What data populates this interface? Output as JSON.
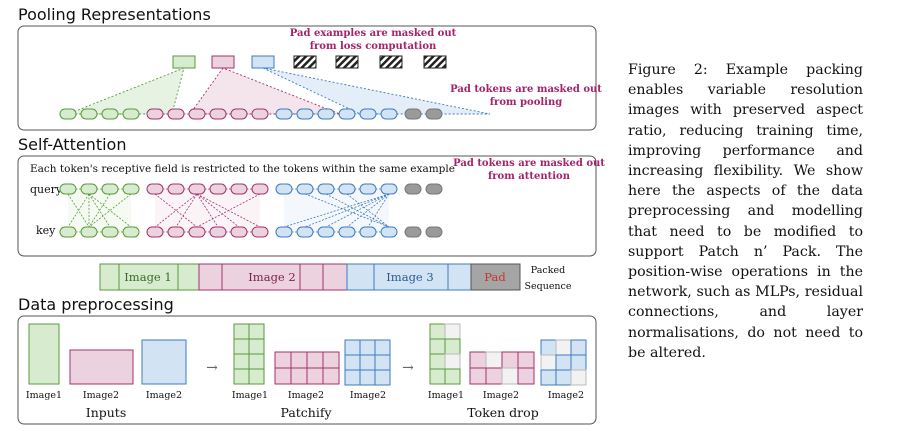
{
  "sections": {
    "pooling": "Pooling Representations",
    "self_attention": "Self-Attention",
    "data_preprocessing": "Data preprocessing"
  },
  "notes": {
    "pad_examples_line1": "Pad examples are masked out",
    "pad_examples_line2": "from loss computation",
    "pad_pooling_line1": "Pad tokens are masked out",
    "pad_pooling_line2": "from pooling",
    "receptive_field": "Each token's receptive field is restricted to the tokens within the same example",
    "pad_attention_line1": "Pad tokens are masked out",
    "pad_attention_line2": "from attention"
  },
  "labels": {
    "query": "query",
    "key": "key"
  },
  "packed": {
    "segments": [
      "Image 1",
      "Image 2",
      "Image 3",
      "Pad"
    ],
    "label_line1": "Packed",
    "label_line2": "Sequence"
  },
  "preprocessing": {
    "inputs_labels": [
      "Image1",
      "Image2",
      "Image2"
    ],
    "patchify_labels": [
      "Image1",
      "Image2",
      "Image2"
    ],
    "tokendrop_labels": [
      "Image1",
      "Image2",
      "Image2"
    ],
    "stage_inputs": "Inputs",
    "stage_patchify": "Patchify",
    "stage_tokendrop": "Token drop",
    "arrow": "→"
  },
  "caption": {
    "label": "Figure 2:",
    "text": "Example packing enables variable resolution images with preserved aspect ratio, reducing training time, improving performance and increasing flexibility. We show here the aspects of the data preprocessing and modelling that need to be modified to support Patch n’ Pack. The position-wise operations in the network, such as MLPs, residual connections, and layer normalisations, do not need to be altered."
  },
  "colors": {
    "green_fill": "#d7ebcf",
    "green_stroke": "#5a9a3c",
    "pink_fill": "#ecd2df",
    "pink_stroke": "#a3336d",
    "blue_fill": "#d2e3f3",
    "blue_stroke": "#3d7bbf",
    "grey_fill": "#9a9a9a",
    "pad_text": "#c0392b",
    "note_text": "#a4236a"
  }
}
